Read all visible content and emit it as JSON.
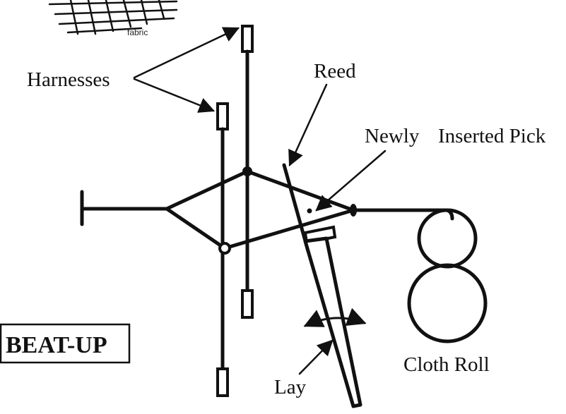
{
  "labels": {
    "fabric": "fabric",
    "harnesses": "Harnesses",
    "reed": "Reed",
    "newly": "Newly",
    "inserted_pick": "Inserted Pick",
    "beat_up": "BEAT-UP",
    "cloth_roll": "Cloth Roll",
    "lay": "Lay"
  },
  "colors": {
    "ink": "#111111",
    "background": "#ffffff"
  }
}
